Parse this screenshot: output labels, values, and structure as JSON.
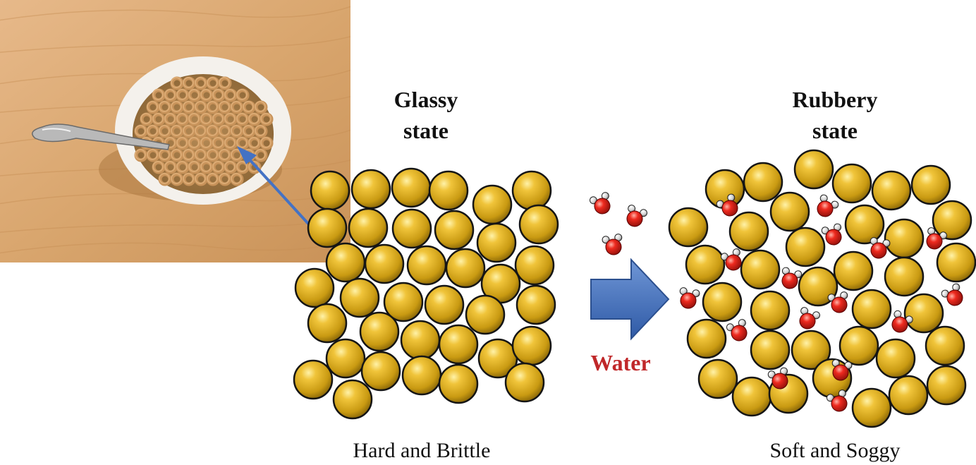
{
  "photo": {
    "subject": "bowl of ring-shaped oat cereal with a spoon on a wooden table",
    "pointer_color": "#4472c4"
  },
  "glassy": {
    "title_line1": "Glassy",
    "title_line2": "state",
    "caption": "Hard and Brittle"
  },
  "rubbery": {
    "title_line1": "Rubbery",
    "title_line2": "state",
    "caption": "Soft and Soggy"
  },
  "transition": {
    "label": "Water",
    "label_color": "#c0282a",
    "arrow_color": "#4472c4"
  },
  "colors": {
    "particle": "#d4a017",
    "particle_outline": "#1a1a1a",
    "water_oxygen": "#e02020",
    "water_hydrogen": "#e8e8e8"
  }
}
